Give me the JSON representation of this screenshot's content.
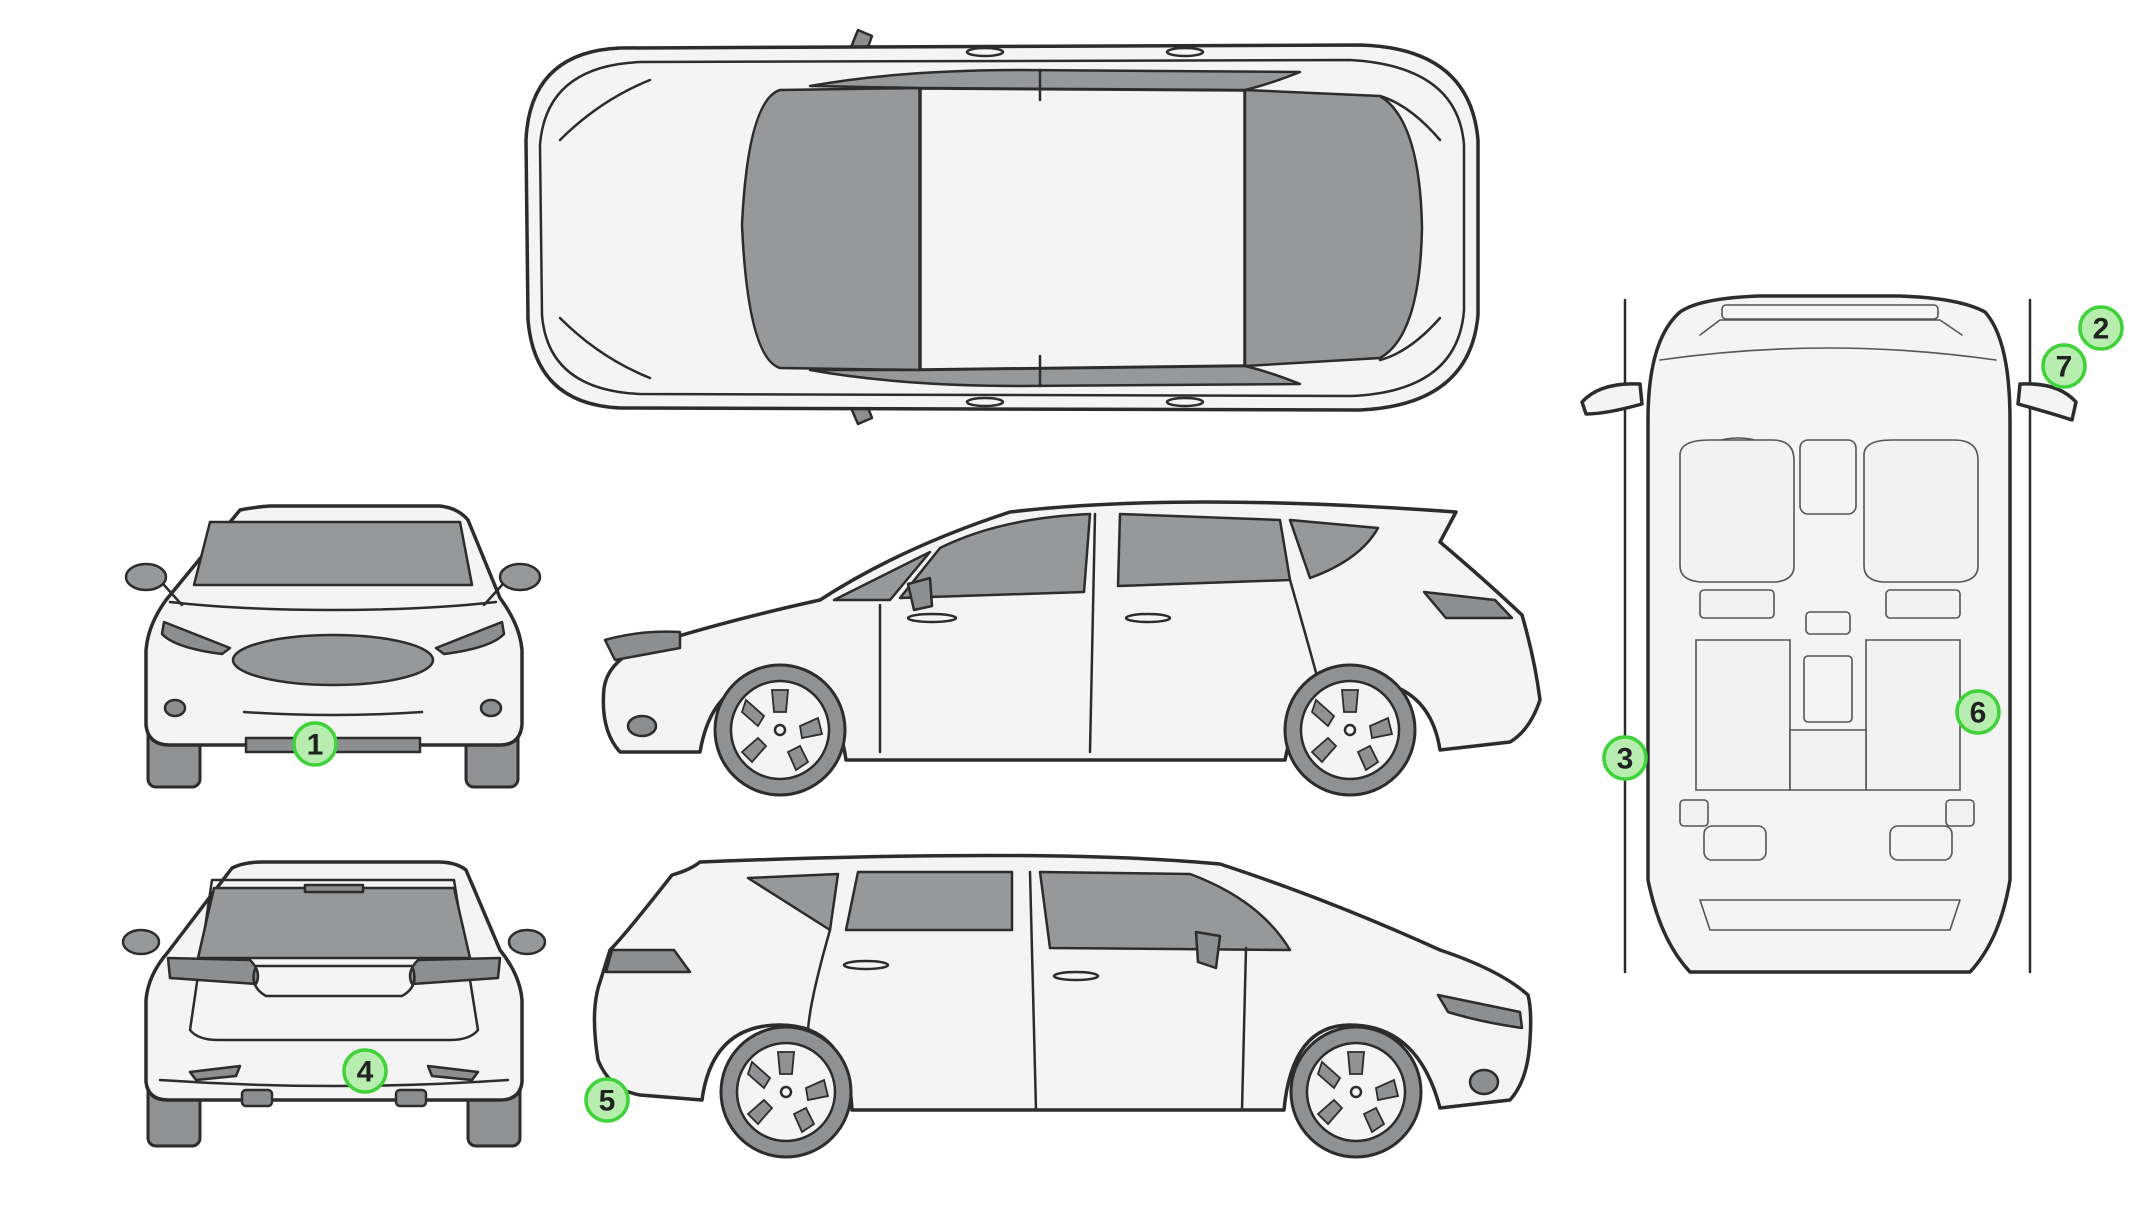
{
  "views": [
    {
      "id": "top",
      "name": "top-view"
    },
    {
      "id": "front",
      "name": "front-view"
    },
    {
      "id": "rear",
      "name": "rear-view"
    },
    {
      "id": "left",
      "name": "left-side-view"
    },
    {
      "id": "right",
      "name": "right-side-view"
    },
    {
      "id": "interior",
      "name": "interior-view"
    }
  ],
  "markers": [
    {
      "id": "marker-1",
      "label": "1"
    },
    {
      "id": "marker-2",
      "label": "2"
    },
    {
      "id": "marker-3",
      "label": "3"
    },
    {
      "id": "marker-4",
      "label": "4"
    },
    {
      "id": "marker-5",
      "label": "5"
    },
    {
      "id": "marker-6",
      "label": "6"
    },
    {
      "id": "marker-7",
      "label": "7"
    }
  ],
  "colors": {
    "marker_fill": "#b7eeb0",
    "marker_stroke": "#3fd23a",
    "glass": "#97989a",
    "body": "#f4f4f4",
    "outline": "#2c2c2c"
  }
}
